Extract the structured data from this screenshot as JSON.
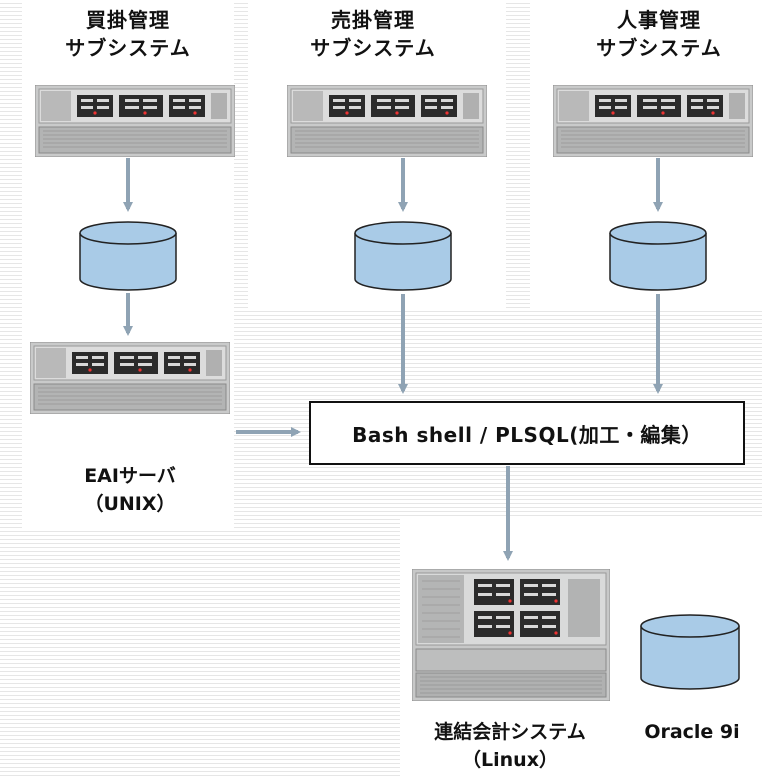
{
  "subsystems": [
    {
      "title_line1": "買掛管理",
      "title_line2": "サブシステム"
    },
    {
      "title_line1": "売掛管理",
      "title_line2": "サブシステム"
    },
    {
      "title_line1": "人事管理",
      "title_line2": "サブシステム"
    }
  ],
  "eai_server": {
    "label_line1": "EAIサーバ",
    "label_line2": "（UNIX）"
  },
  "process": {
    "label": "Bash shell / PLSQL(加工・編集）"
  },
  "consolidated_system": {
    "label_line1": "連結会計システム",
    "label_line2": "（Linux）"
  },
  "database": {
    "label": "Oracle 9i"
  },
  "colors": {
    "cylinder_fill": "#a9cbe7",
    "arrow": "#8fa3b4",
    "server_body": "#cfd0d0"
  }
}
